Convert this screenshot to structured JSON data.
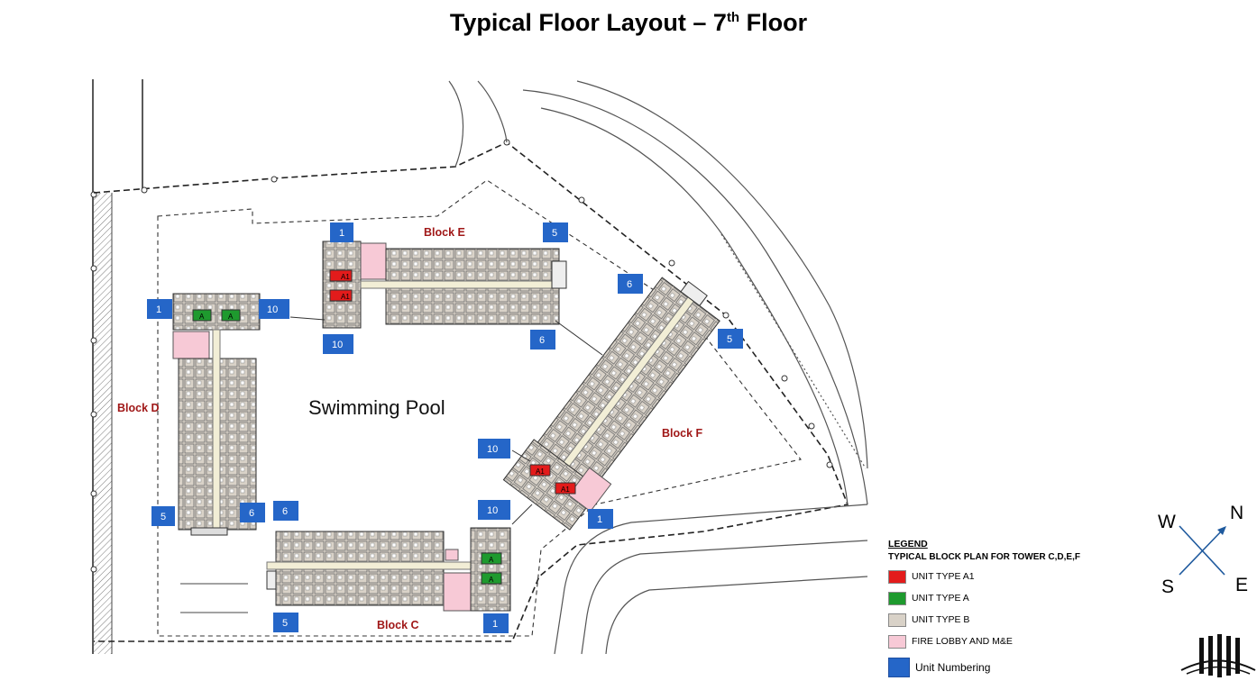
{
  "title": {
    "main": "Typical Floor Layout – 7",
    "sup": "th",
    "tail": " Floor"
  },
  "pool_label": "Swimming Pool",
  "blocks": {
    "e": "Block E",
    "d": "Block D",
    "f": "Block F",
    "c": "Block C"
  },
  "unit_numbers": {
    "e_start": "1",
    "e_end": "5",
    "e_six": "6",
    "e_ten": "10",
    "d_start": "1",
    "d_ten": "10",
    "d_five": "5",
    "d_six": "6",
    "f_six": "6",
    "f_five": "5",
    "f_ten": "10",
    "f_one": "1",
    "c_six": "6",
    "c_ten": "10",
    "c_five": "5",
    "c_one": "1"
  },
  "unit_tags": {
    "a1": "A1",
    "a": "A"
  },
  "legend": {
    "title": "LEGEND",
    "subtitle": "TYPICAL BLOCK PLAN FOR TOWER C,D,E,F",
    "items": [
      {
        "label": "UNIT TYPE A1",
        "color": "#e31b1b"
      },
      {
        "label": "UNIT TYPE A",
        "color": "#1e9a2e"
      },
      {
        "label": "UNIT TYPE B",
        "color": "#d9d2c8"
      },
      {
        "label": "FIRE LOBBY AND M&E",
        "color": "#f7c9d6"
      },
      {
        "label": "Unit Numbering",
        "color": "#2566c8"
      }
    ]
  },
  "compass": {
    "w": "W",
    "n": "N",
    "s": "S",
    "e": "E",
    "color": "#1f5a9e"
  },
  "colors": {
    "unit_number_box": "#2566c8",
    "block_label": "#a01818",
    "unit_b": "#d9d2c8",
    "fire_lobby": "#f7c9d6"
  }
}
